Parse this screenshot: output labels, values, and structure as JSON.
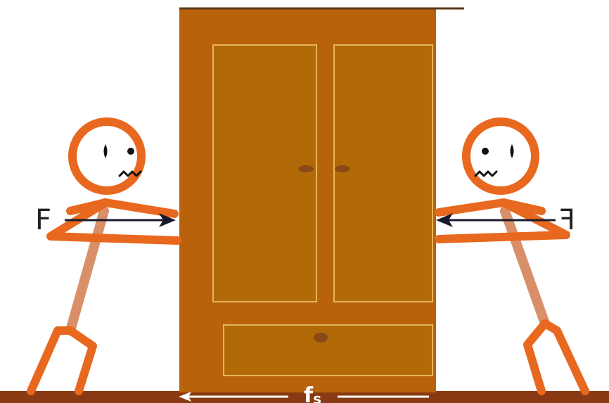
{
  "labels": {
    "force_left": "F",
    "force_right": "F",
    "friction_main": "f",
    "friction_sub": "s"
  },
  "colors": {
    "wardrobe_frame": "#b8620c",
    "wardrobe_panel": "#b26a08",
    "panel_outline": "#e7b35a",
    "floor": "#8a3a12",
    "person": "#e8681f",
    "person_leg": "#d9906a",
    "force_arrow": "#1a1a2e",
    "friction_arrow": "#ffffff"
  }
}
